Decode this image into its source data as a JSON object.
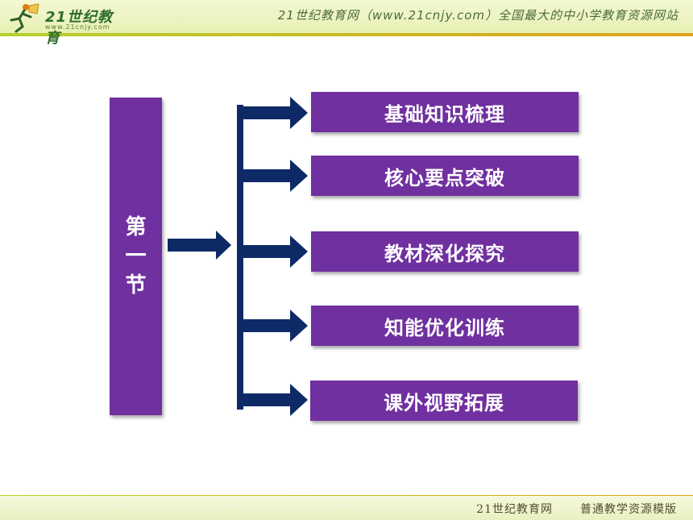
{
  "header": {
    "logo_text": "21世纪教育",
    "logo_sub": "www.21cnjy.com",
    "site_text": "21世纪教育网（www.21cnjy.com）全国最大的中小学教育资源网站"
  },
  "section": {
    "chars": [
      "第",
      "一",
      "节"
    ]
  },
  "items": [
    {
      "label": "基础知识梳理"
    },
    {
      "label": "核心要点突破"
    },
    {
      "label": "教材深化探究"
    },
    {
      "label": "知能优化训练"
    },
    {
      "label": "课外视野拓展"
    }
  ],
  "footer": {
    "left": "21世纪教育网",
    "right": "普通教学资源模版"
  },
  "colors": {
    "box": "#7030a0",
    "arrow": "#0d2a66"
  }
}
